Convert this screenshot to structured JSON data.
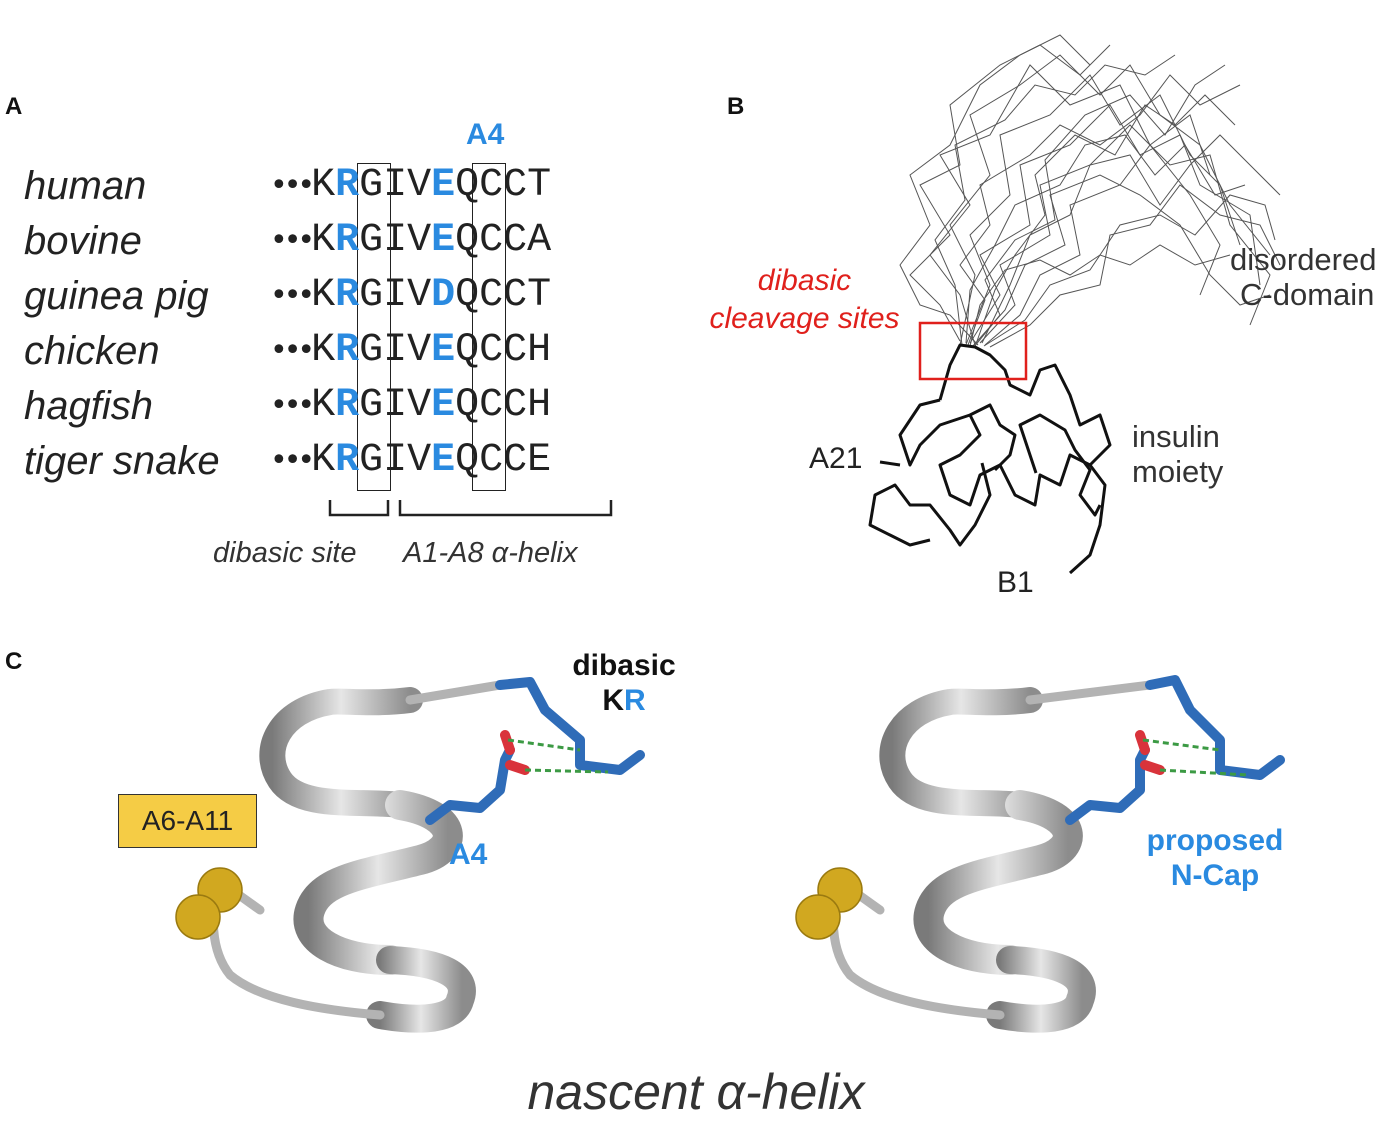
{
  "panels": {
    "a": "A",
    "b": "B",
    "c": "C"
  },
  "panel_a": {
    "column_label": "A4",
    "rows": [
      {
        "species": "human",
        "prefix": "•••",
        "before": "K",
        "r": "R",
        "mid": "GIV",
        "a4": "E",
        "after": "QCCT"
      },
      {
        "species": "bovine",
        "prefix": "•••",
        "before": "K",
        "r": "R",
        "mid": "GIV",
        "a4": "E",
        "after": "QCCA"
      },
      {
        "species": "guinea pig",
        "prefix": "•••",
        "before": "K",
        "r": "R",
        "mid": "GIV",
        "a4": "D",
        "after": "QCCT"
      },
      {
        "species": "chicken",
        "prefix": "•••",
        "before": "K",
        "r": "R",
        "mid": "GIV",
        "a4": "E",
        "after": "QCCH"
      },
      {
        "species": "hagfish",
        "prefix": "•••",
        "before": "K",
        "r": "R",
        "mid": "GIV",
        "a4": "E",
        "after": "QCCH"
      },
      {
        "species": "tiger snake",
        "prefix": "•••",
        "before": "K",
        "r": "R",
        "mid": "GIV",
        "a4": "E",
        "after": "QCCE"
      }
    ],
    "bracket_dibasic": "dibasic site",
    "bracket_helix": "A1-A8 α-helix"
  },
  "panel_b": {
    "cleavage_line1": "dibasic",
    "cleavage_line2": "cleavage sites",
    "disordered_line1": "disordered",
    "disordered_line2": "C-domain",
    "insulin_line1": "insulin",
    "insulin_line2": "moiety",
    "a21": "A21",
    "b1": "B1"
  },
  "panel_c": {
    "box_label": "A6-A11",
    "dibasic_line1": "dibasic",
    "dibasic_k": "K",
    "dibasic_r": "R",
    "a4": "A4",
    "proposed_line1": "proposed",
    "proposed_line2": "N-Cap",
    "caption": "nascent α-helix"
  },
  "colors": {
    "accent_blue": "#2a8ae0",
    "highlight_red": "#e0201c",
    "disulfide_gold": "#e8c02a",
    "box_fill": "#f5cc45"
  }
}
